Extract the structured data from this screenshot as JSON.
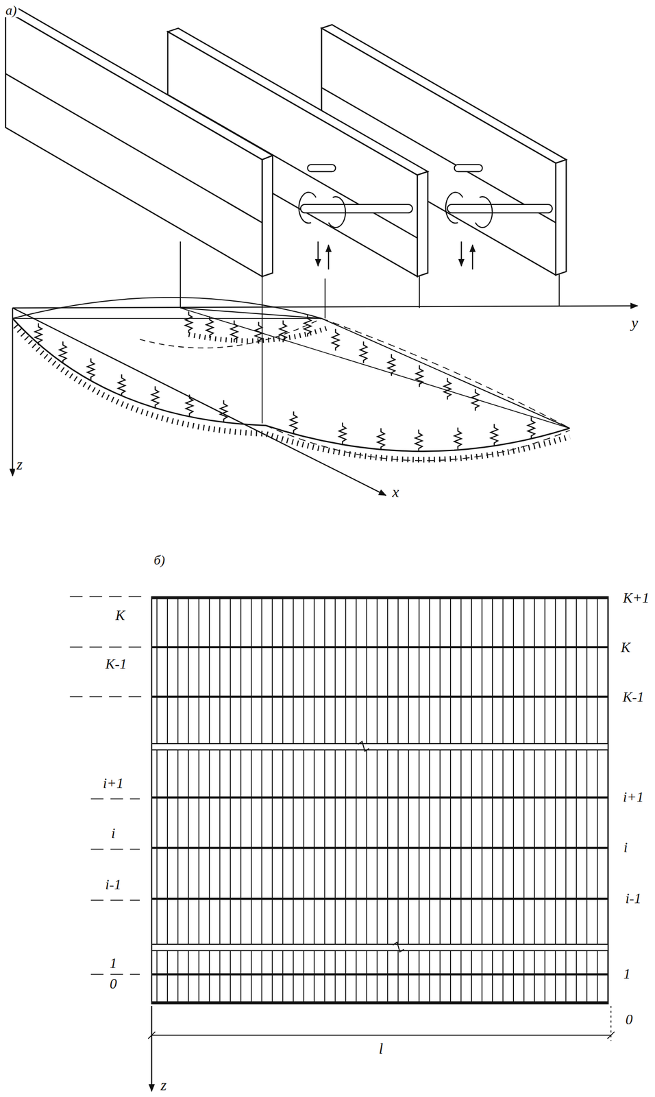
{
  "diagram": {
    "labels": [
      "a)",
      "y",
      "z",
      "x",
      "б)",
      "K",
      "K-1",
      "i+1",
      "i",
      "i-1",
      "1",
      "0",
      "K+1",
      "K",
      "K-1",
      "i+1",
      "i",
      "i-1",
      "1",
      "0",
      "l",
      "z"
    ]
  }
}
